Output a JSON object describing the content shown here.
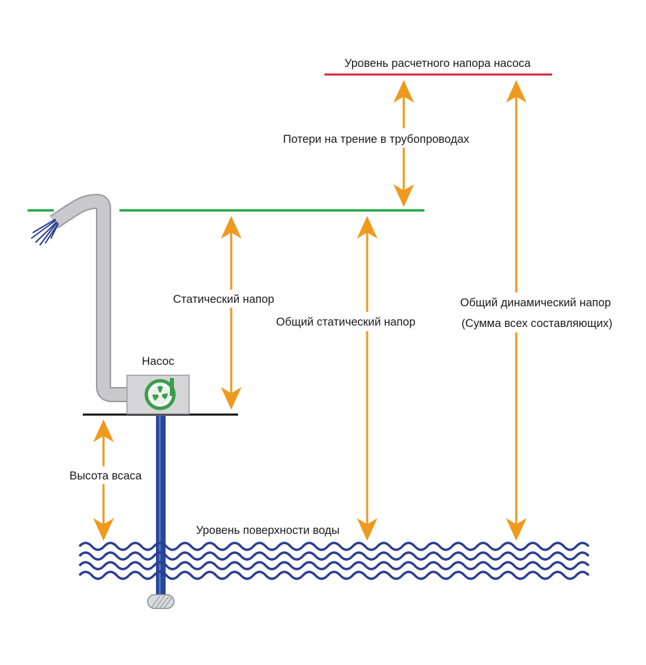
{
  "labels": {
    "design_head_level": "Уровень расчетного напора насоса",
    "friction_loss": "Потери на трение в трубопроводах",
    "static_head": "Статический напор",
    "total_static_head": "Общий статический напор",
    "total_dynamic_head_line1": "Общий динамический напор",
    "total_dynamic_head_line2": "(Сумма всех составляющих)",
    "pump": "Насос",
    "suction_lift": "Высота всаса",
    "water_surface_level": "Уровень поверхности воды"
  },
  "colors": {
    "arrow": "#ee9a1e",
    "design_level_line": "#d42a3a",
    "discharge_level_line": "#2aa84a",
    "pipe": "#c9c9cb",
    "pipe_edge": "#9a9a9e",
    "suction_pipe": "#27479a",
    "water": "#2c3e93",
    "pump_body": "#d6d6d8",
    "pump_logo": "#3a9d4a"
  }
}
